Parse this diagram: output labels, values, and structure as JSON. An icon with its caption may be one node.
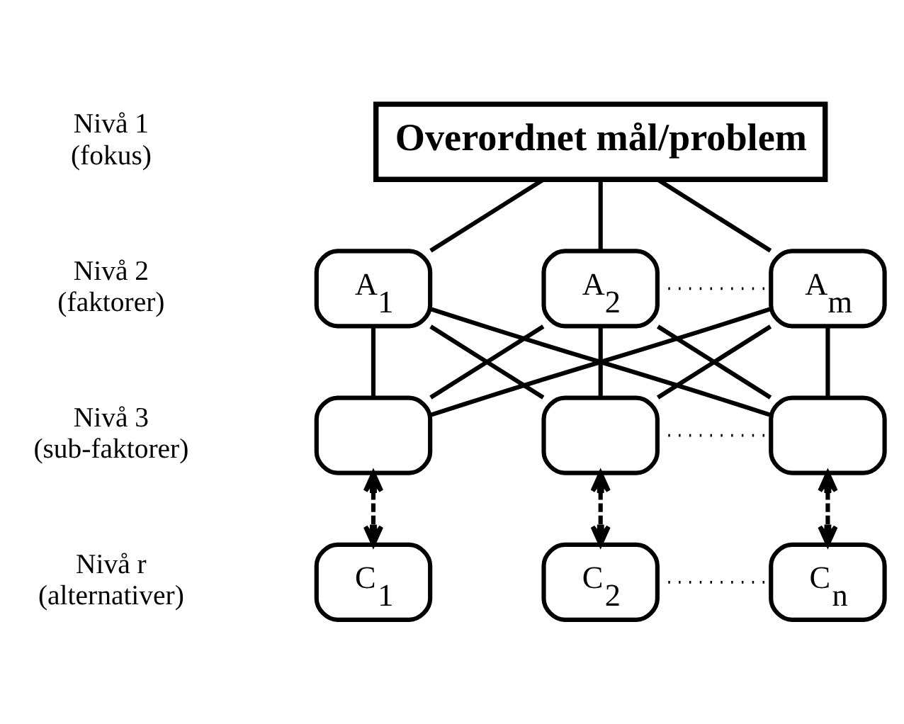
{
  "diagram": {
    "nodes": [
      {
        "text": [
          "Overordnet mål/problem"
        ]
      },
      {
        "text": [
          "A$_{1}$"
        ]
      },
      {
        "text": [
          "A$_{2}$"
        ]
      },
      {
        "text": [
          "A$_{m}$"
        ]
      },
      {
        "text": [],
        "shape": "box"
      },
      {
        "text": [],
        "shape": "box"
      },
      {
        "text": [],
        "shape": "box"
      },
      {
        "text": [
          "C$_{1}$"
        ]
      },
      {
        "text": [
          "C$_{2}$"
        ]
      },
      {
        "text": [
          "C$_{n}$"
        ]
      }
    ],
    "edges": [
      {
        "from": 0,
        "to": 1,
        "arrow": "none"
      },
      {
        "from": 0,
        "to": 2,
        "arrow": "none"
      },
      {
        "from": 0,
        "to": 3,
        "arrow": "none"
      },
      {
        "from": 2,
        "to": 3,
        "arrow": "none",
        "style": "dashed"
      },
      {
        "from": 1,
        "to": 4,
        "arrow": "none"
      },
      {
        "from": 1,
        "to": 5,
        "arrow": "none"
      },
      {
        "from": 1,
        "to": 6,
        "arrow": "none"
      },
      {
        "from": 2,
        "to": 4,
        "arrow": "none"
      },
      {
        "from": 2,
        "to": 5,
        "arrow": "none"
      },
      {
        "from": 2,
        "to": 6,
        "arrow": "none"
      },
      {
        "from": 3,
        "to": 4,
        "arrow": "none"
      },
      {
        "from": 3,
        "to": 5,
        "arrow": "none"
      },
      {
        "from": 3,
        "to": 6,
        "arrow": "none"
      },
      {
        "from": 5,
        "to": 6,
        "arrow": "none",
        "style": "dashed"
      },
      {
        "from": 4,
        "to": 7,
        "arrow": "both",
        "style": "dashed"
      },
      {
        "from": 5,
        "to": 8,
        "arrow": "both",
        "style": "dashed"
      },
      {
        "from": 6,
        "to": 9,
        "arrow": "both",
        "style": "dashed"
      },
      {
        "from": 8,
        "to": 9,
        "arrow": "none",
        "style": "dashed"
      }
    ],
    "labels": [
      "Nivå 1 (fokus)",
      "Nivå 2 (faktorer)",
      "Nivå 3 (sub-faktorer)",
      "Nivå r (alternativer)"
    ]
  }
}
